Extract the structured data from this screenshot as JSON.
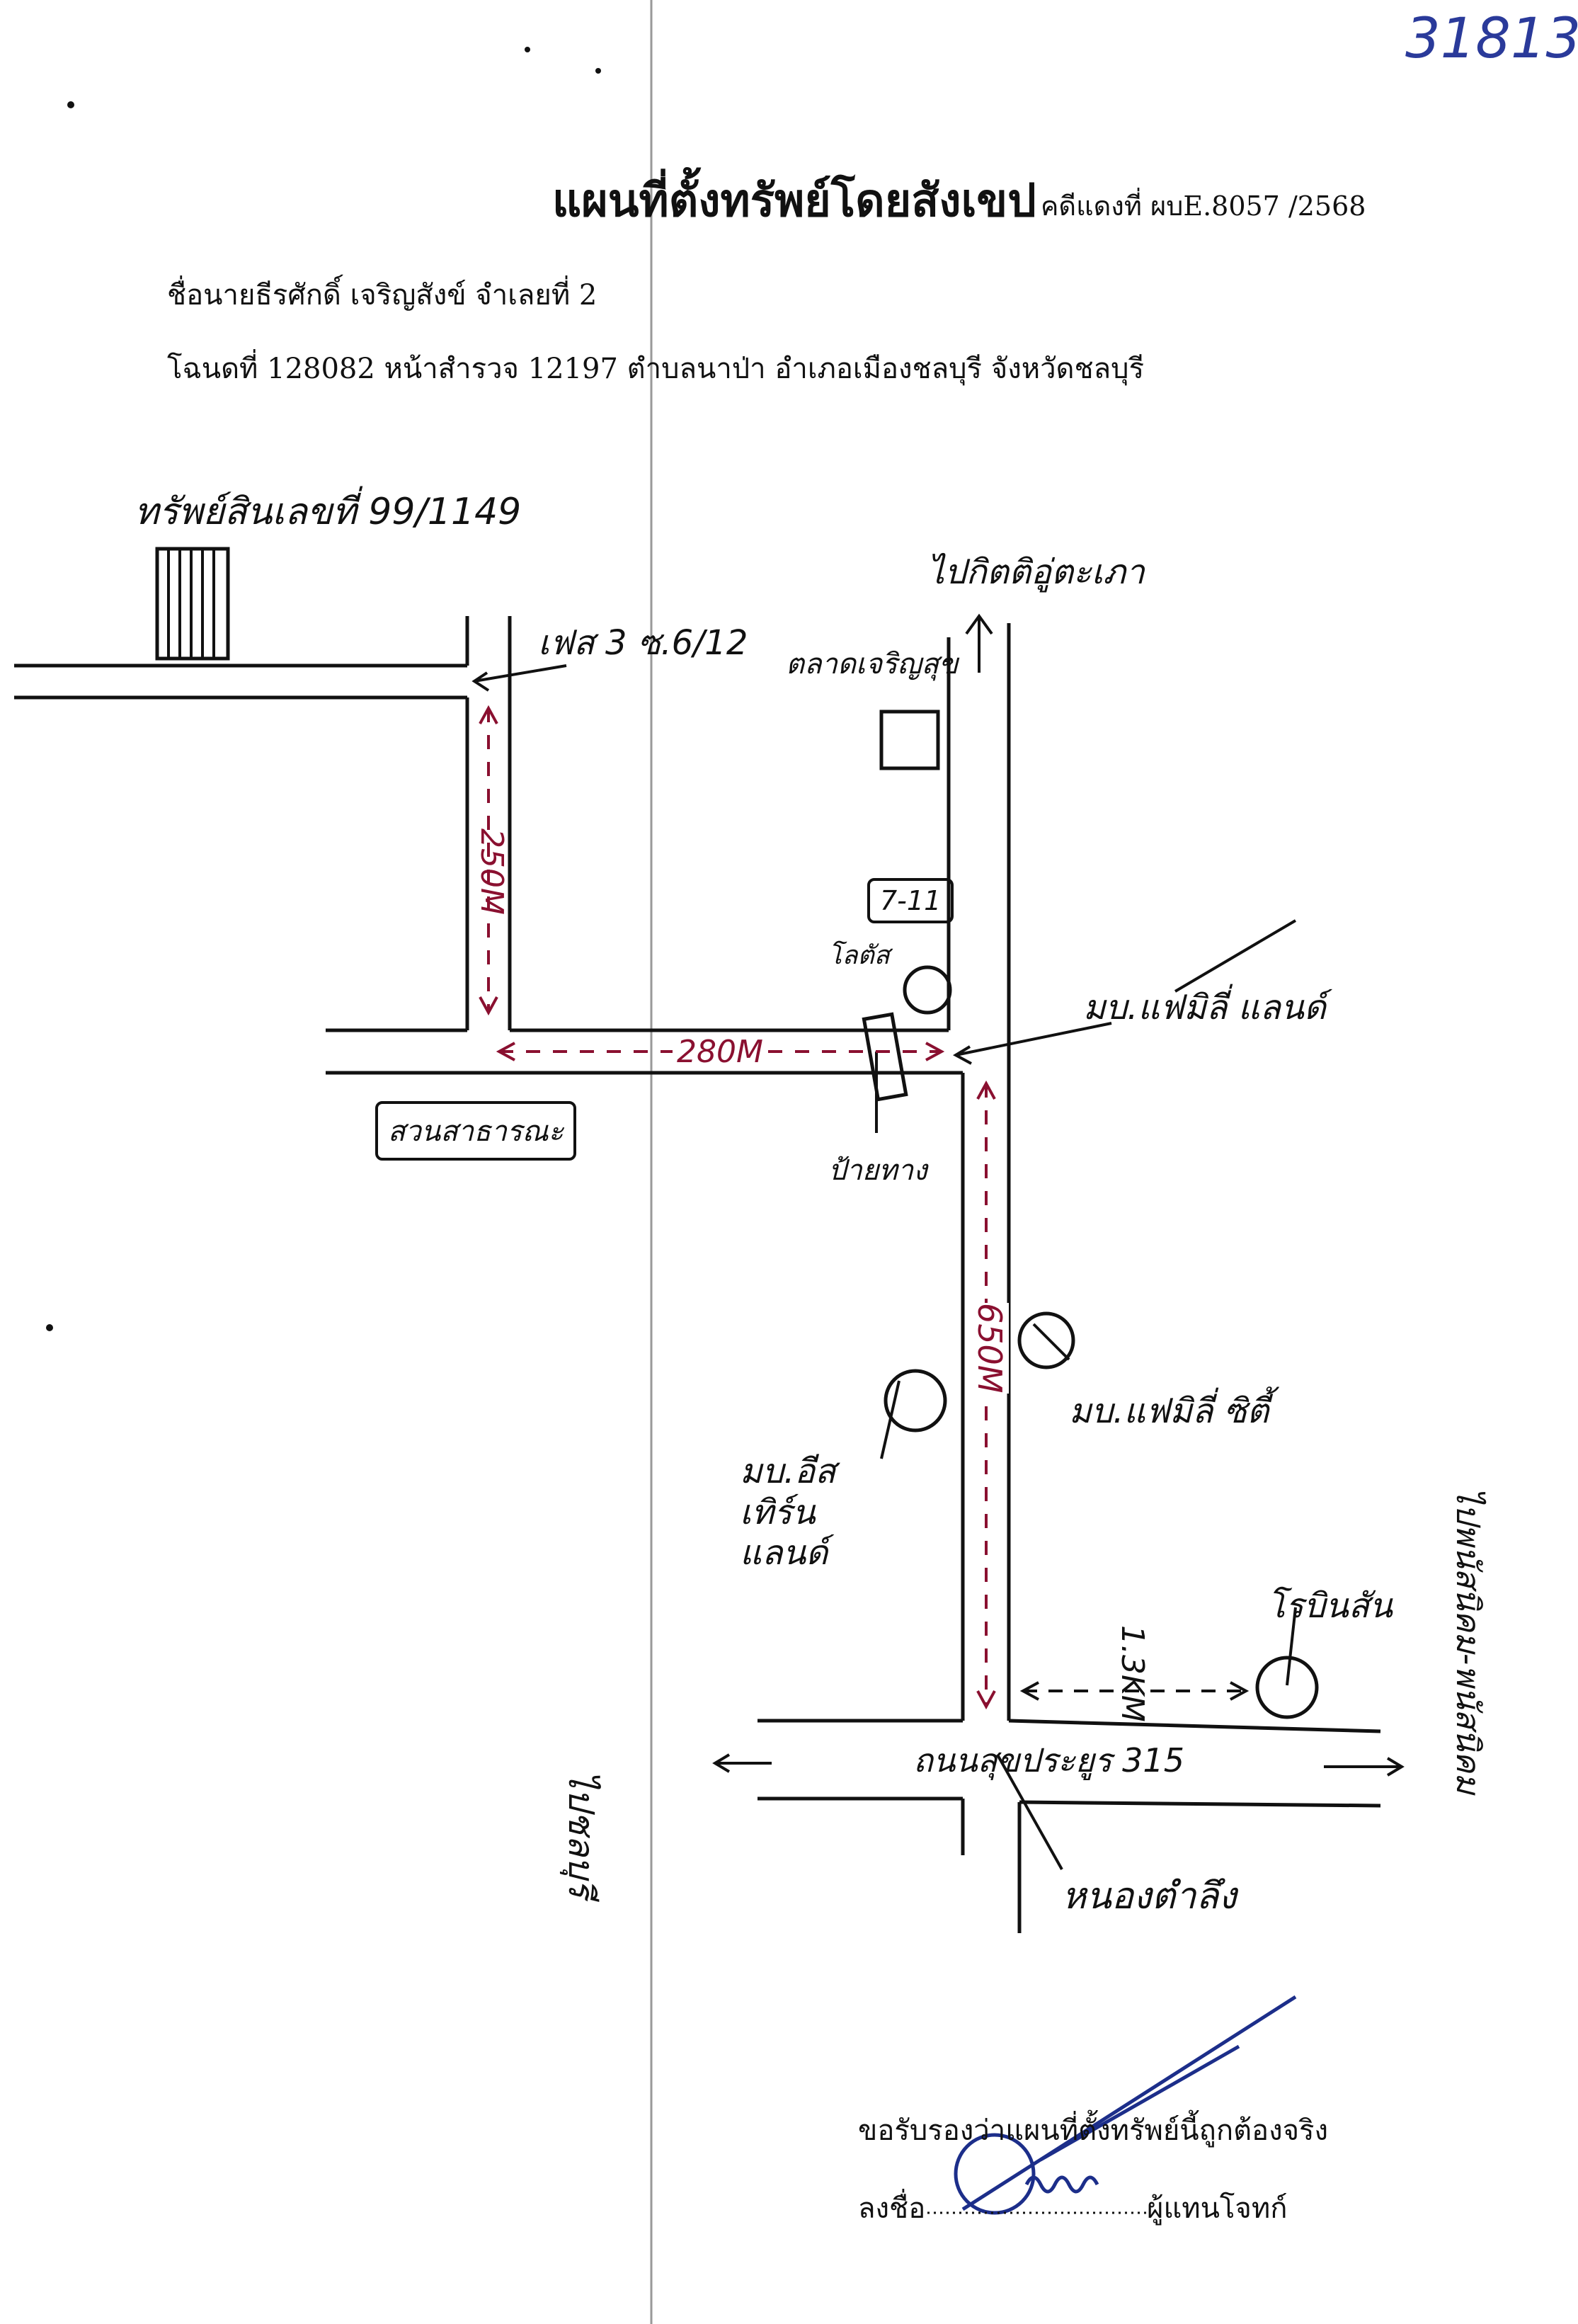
{
  "doc_number": "31813",
  "header": {
    "title": "แผนที่ตั้งทรัพย์โดยสังเขป",
    "case_no": "คดีแดงที่ ผบE.8057 /2568",
    "owner_line": "ชื่อนายธีรศักดิ์ เจริญสังข์ จำเลยที่ 2",
    "deed_line": "โฉนดที่ 128082 หน้าสำรวจ 12197 ตำบลนาป่า อำเภอเมืองชลบุรี จังหวัดชลบุรี"
  },
  "map": {
    "property_label": "ทรัพย์สินเลขที่ 99/1149",
    "phase_label": "เฟส 3 ซ.6/12",
    "to_north": "ไปกิตติอู่ตะเภา",
    "market": "ตลาดเจริญสุข",
    "seven_eleven": "7-11",
    "lotus": "โลตัส",
    "village_family_land": "มบ.แฟมิลี่ แลนด์",
    "public_park": "สวนสาธารณะ",
    "sign_post": "ป้ายทาง",
    "village_family_city": "มบ.แฟมิลี่ ซิตี้",
    "village_east_land": "มบ.อีสเทิร์น แลนด์",
    "robinson": "โรบินสัน",
    "to_west": "ไปชลบุรี",
    "to_east": "ไปพนัสนิคม-พนัสนิคม",
    "road": "ถนนสุขประยูร 315",
    "junction": "หนองตำลึง",
    "dist_vertical_1": "250M",
    "dist_horizontal": "280M",
    "dist_vertical_2": "650M",
    "dist_east": "1.3KM"
  },
  "footer": {
    "certification": "ขอรับรองว่าแผนที่ตั้งทรัพย์นี้ถูกต้องจริง",
    "sign_label": "ลงชื่อ",
    "representative": "ผู้แทนโจทก์"
  }
}
